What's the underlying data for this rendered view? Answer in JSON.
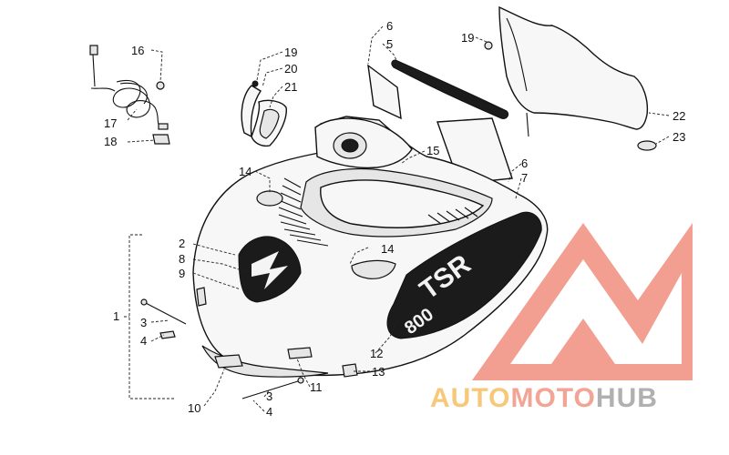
{
  "diagram": {
    "callouts": {
      "c1": "1",
      "c2": "2",
      "c3a": "3",
      "c3b": "3",
      "c4a": "4",
      "c4b": "4",
      "c5": "5",
      "c6a": "6",
      "c6b": "6",
      "c7": "7",
      "c8": "8",
      "c9": "9",
      "c10": "10",
      "c11": "11",
      "c12": "12",
      "c13": "13",
      "c14a": "14",
      "c14b": "14",
      "c15": "15",
      "c16": "16",
      "c17": "17",
      "c18": "18",
      "c19a": "19",
      "c19b": "19",
      "c20": "20",
      "c21": "21",
      "c22": "22",
      "c23": "23"
    },
    "decal_text": {
      "model": "TSR",
      "number": "800"
    }
  },
  "watermark": {
    "part1": "AUTO",
    "part2": "MOTO",
    "part3": "HUB",
    "colors": {
      "logo": "#f29a8c",
      "part1": "#f7c87a",
      "part2": "#f2a594",
      "part3": "#b0b0b0"
    }
  }
}
